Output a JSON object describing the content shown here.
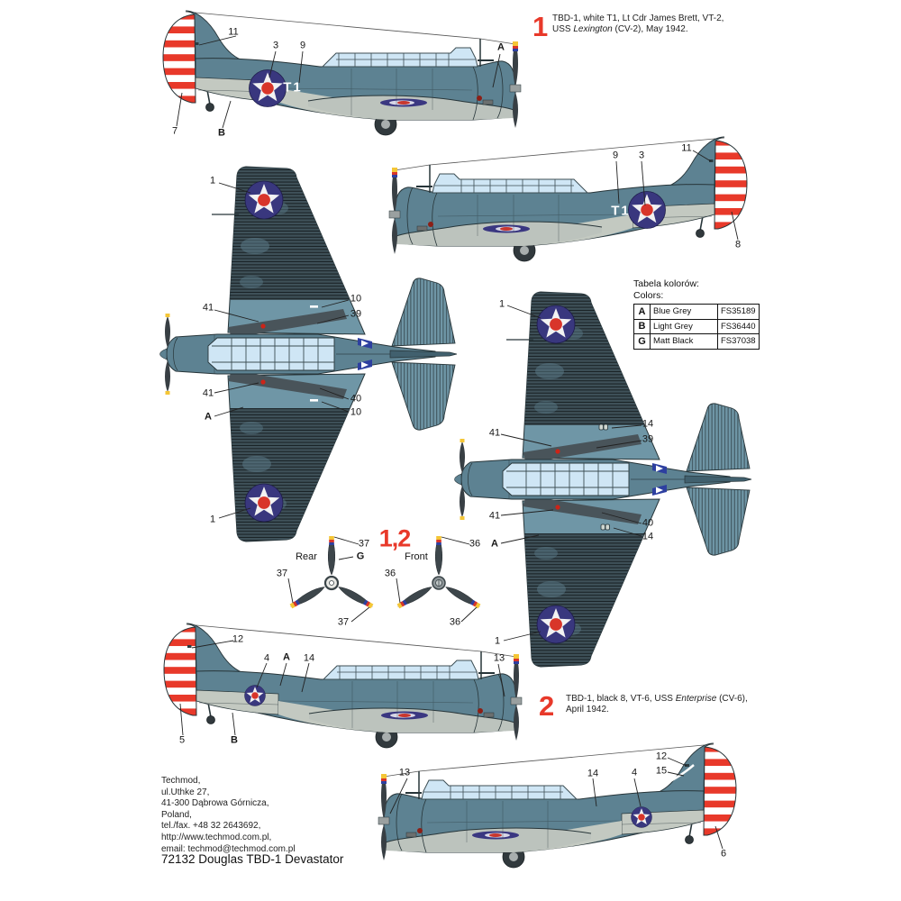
{
  "colors": {
    "accent_red": "#e8392a",
    "blue_grey_fs35189": "#5d8292",
    "light_grey_fs36440": "#c3c9c1",
    "matt_black_fs37038": "#3d464b",
    "insignia_blue": "#39377e",
    "insignia_red": "#d8352a"
  },
  "schemes": [
    {
      "num": "1",
      "line1": "TBD-1, white T1, Lt Cdr James Brett, VT-2,",
      "line2_pre": "USS ",
      "line2_italic": "Lexington",
      "line2_post": " (CV-2), May 1942."
    },
    {
      "num": "2",
      "line1_pre": "TBD-1, black 8, VT-6, USS ",
      "line1_italic": "Enterprise",
      "line1_post": " (CV-6),",
      "line2": "April 1942."
    }
  ],
  "color_table": {
    "title_pl": "Tabela kolorów:",
    "title_en": "Colors:",
    "rows": [
      {
        "letter": "A",
        "name": "Blue Grey",
        "code": "FS35189"
      },
      {
        "letter": "B",
        "name": "Light Grey",
        "code": "FS36440"
      },
      {
        "letter": "G",
        "name": "Matt Black",
        "code": "FS37038"
      }
    ]
  },
  "propellers": {
    "pair_label": "1,2",
    "rear_label": "Rear",
    "front_label": "Front"
  },
  "markings": {
    "tail_code": "T1"
  },
  "callouts": [
    {
      "t": "11"
    },
    {
      "t": "3"
    },
    {
      "t": "9"
    },
    {
      "t": "A"
    },
    {
      "t": "7"
    },
    {
      "t": "B"
    },
    {
      "t": "9"
    },
    {
      "t": "3"
    },
    {
      "t": "11"
    },
    {
      "t": "8"
    },
    {
      "t": "1"
    },
    {
      "t": "41"
    },
    {
      "t": "10"
    },
    {
      "t": "39"
    },
    {
      "t": "41"
    },
    {
      "t": "40"
    },
    {
      "t": "10"
    },
    {
      "t": "A"
    },
    {
      "t": "1"
    },
    {
      "t": "1"
    },
    {
      "t": "41"
    },
    {
      "t": "14"
    },
    {
      "t": "39"
    },
    {
      "t": "41"
    },
    {
      "t": "40"
    },
    {
      "t": "14"
    },
    {
      "t": "A"
    },
    {
      "t": "1"
    },
    {
      "t": "37"
    },
    {
      "t": "G"
    },
    {
      "t": "37"
    },
    {
      "t": "37"
    },
    {
      "t": "36"
    },
    {
      "t": "36"
    },
    {
      "t": "36"
    },
    {
      "t": "12"
    },
    {
      "t": "4"
    },
    {
      "t": "A"
    },
    {
      "t": "14"
    },
    {
      "t": "13"
    },
    {
      "t": "5"
    },
    {
      "t": "B"
    },
    {
      "t": "13"
    },
    {
      "t": "14"
    },
    {
      "t": "4"
    },
    {
      "t": "12"
    },
    {
      "t": "15"
    },
    {
      "t": "6"
    }
  ],
  "address": {
    "lines": [
      "Techmod,",
      "ul.Uthke 27,",
      "41-300 Dąbrowa Górnicza,",
      "Poland,",
      "tel./fax. +48 32 2643692,",
      "http://www.techmod.com.pl,",
      "email: techmod@techmod.com.pl"
    ]
  },
  "footer_title": "72132 Douglas TBD-1 Devastator"
}
